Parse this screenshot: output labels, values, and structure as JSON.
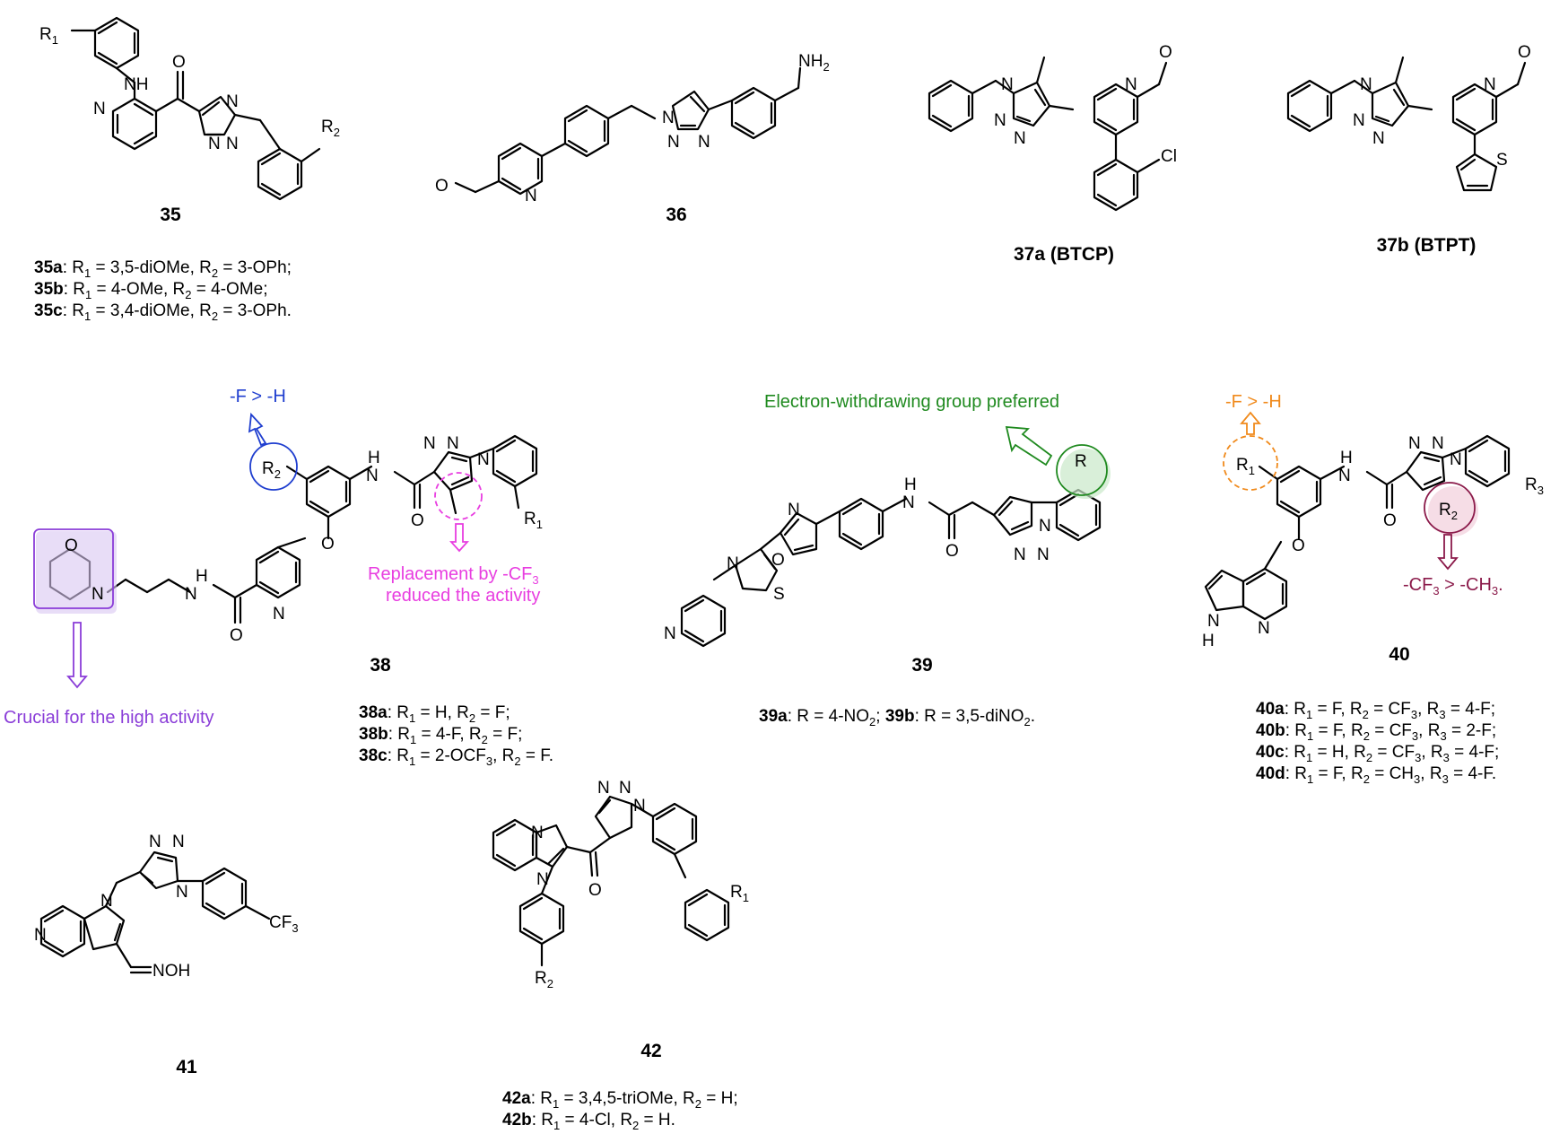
{
  "compounds": {
    "c35": {
      "number": "35",
      "variants": [
        {
          "id": "35a",
          "parts": [
            ": R",
            "1",
            " = 3,5-diOMe, R",
            "2",
            " = 3-OPh;"
          ]
        },
        {
          "id": "35b",
          "parts": [
            ": R",
            "1",
            " = 4-OMe, R",
            "2",
            " = 4-OMe;"
          ]
        },
        {
          "id": "35c",
          "parts": [
            ": R",
            "1",
            " = 3,4-diOMe, R",
            "2",
            " = 3-OPh."
          ]
        }
      ]
    },
    "c36": {
      "number": "36"
    },
    "c37a": {
      "number": "37a (BTCP)"
    },
    "c37b": {
      "number": "37b (BTPT)"
    },
    "c38": {
      "number": "38",
      "variants": [
        {
          "id": "38a",
          "parts": [
            ": R",
            "1",
            " = H, R",
            "2",
            " = F;"
          ]
        },
        {
          "id": "38b",
          "parts": [
            ": R",
            "1",
            " = 4-F, R",
            "2",
            " = F;"
          ]
        },
        {
          "id": "38c",
          "parts": [
            ": R",
            "1",
            " = 2-OCF",
            "3",
            ", R",
            "2",
            " = F."
          ]
        }
      ]
    },
    "c39": {
      "number": "39",
      "variant_line": {
        "a": "39a",
        "a_text": ": R = 4-NO",
        "a_sub": "2",
        "sep": "; ",
        "b": "39b",
        "b_text": ": R = 3,5-diNO",
        "b_sub": "2",
        "end": "."
      }
    },
    "c40": {
      "number": "40",
      "variants": [
        {
          "id": "40a",
          "parts": [
            ": R",
            "1",
            " = F, R",
            "2",
            " = CF",
            "3",
            ", R",
            "3",
            " = 4-F;"
          ]
        },
        {
          "id": "40b",
          "parts": [
            ": R",
            "1",
            " = F, R",
            "2",
            " = CF",
            "3",
            ", R",
            "3",
            " = 2-F;"
          ]
        },
        {
          "id": "40c",
          "parts": [
            ": R",
            "1",
            " = H, R",
            "2",
            " = CF",
            "3",
            ", R",
            "3",
            " = 4-F;"
          ]
        },
        {
          "id": "40d",
          "parts": [
            ": R",
            "1",
            " = F, R",
            "2",
            " = CH",
            "3",
            ", R",
            "3",
            " = 4-F."
          ]
        }
      ]
    },
    "c41": {
      "number": "41"
    },
    "c42": {
      "number": "42",
      "variants": [
        {
          "id": "42a",
          "parts": [
            ": R",
            "1",
            " = 3,4,5-triOMe, R",
            "2",
            " = H;"
          ]
        },
        {
          "id": "42b",
          "parts": [
            ": R",
            "1",
            " = 4-Cl, R",
            "2",
            " = H."
          ]
        }
      ]
    }
  },
  "atoms": {
    "R": "R",
    "R1_main": "R",
    "sub1": "1",
    "sub2": "2",
    "sub3": "3",
    "NH": "NH",
    "H": "H",
    "N": "N",
    "O": "O",
    "S": "S",
    "Cl": "Cl",
    "NH2": "NH",
    "CF3": "CF",
    "NOH": "NOH"
  },
  "annotations": {
    "c38_f_h": "-F > -H",
    "c38_cf3": "Replacement by -CF",
    "c38_cf3_sub": "3",
    "c38_cf3_line2": "reduced the activity",
    "c38_morph": "Crucial for the high activity",
    "c39_ewg": "Electron-withdrawing group preferred",
    "c40_f_h": "-F > -H",
    "c40_cf3_a": "-CF",
    "c40_cf3_sub1": "3",
    "c40_cf3_b": " > -CH",
    "c40_cf3_sub2": "3",
    "c40_cf3_end": "."
  },
  "colors": {
    "blue": "#1f3ecf",
    "magenta": "#e83ee0",
    "purple": "#8a3dd8",
    "green": "#1f8a1f",
    "orange": "#f08a1c",
    "maroon": "#8b1a4a",
    "highlight_purple": "#d9c6f2",
    "highlight_green": "#c9e8c9",
    "highlight_maroon": "#f2cfdc"
  }
}
